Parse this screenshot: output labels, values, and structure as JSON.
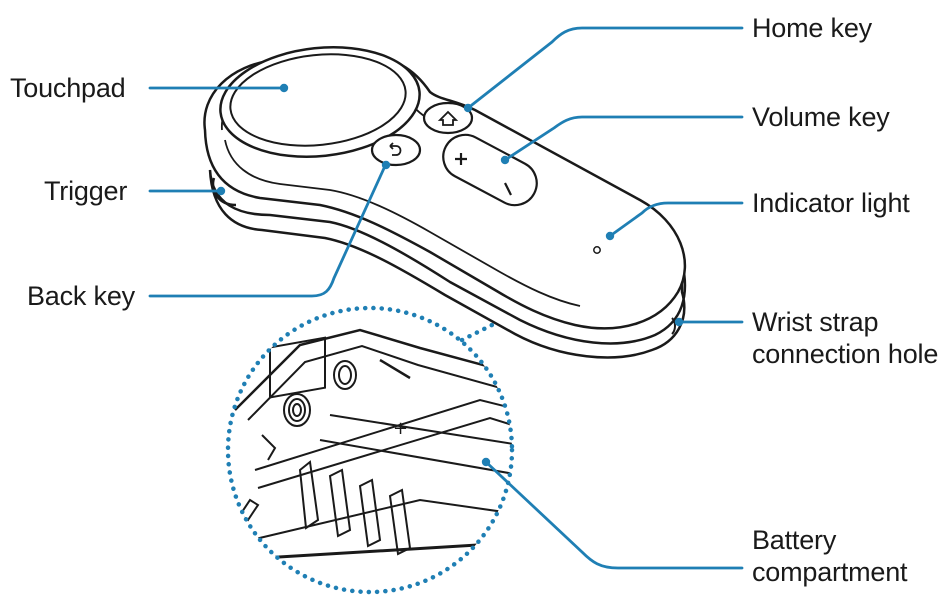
{
  "labels": {
    "touchpad": "Touchpad",
    "trigger": "Trigger",
    "back_key": "Back key",
    "home_key": "Home key",
    "volume_key": "Volume key",
    "indicator_light": "Indicator light",
    "wrist_strap_line1": "Wrist strap",
    "wrist_strap_line2": "connection hole",
    "battery_line1": "Battery",
    "battery_line2": "compartment"
  },
  "colors": {
    "leader": "#1f7fb4",
    "outline": "#1a1a1a",
    "body": "#ffffff",
    "text": "#1a1a1a"
  },
  "icons": {
    "home": "home-icon",
    "back": "back-arrow-icon",
    "volume_up": "plus-icon",
    "volume_down": "minus-icon"
  }
}
